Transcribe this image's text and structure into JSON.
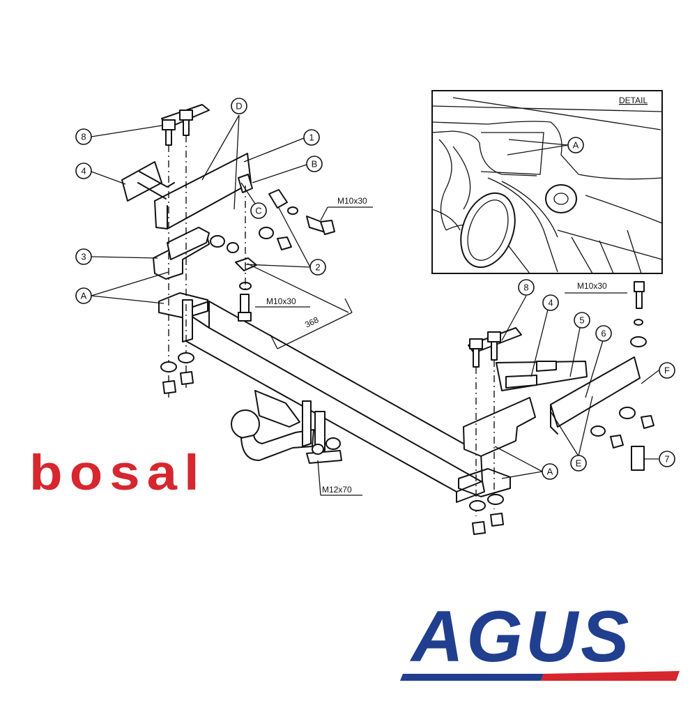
{
  "brands": {
    "bosal": {
      "text": "bosal",
      "color": "#d7262e"
    },
    "agus": {
      "text": "AGUS",
      "color": "#213f8f",
      "stripe_blue": "#213f8f",
      "stripe_red": "#d7262e"
    }
  },
  "detail": {
    "title": "DETAIL",
    "callout": "A"
  },
  "dimensions": {
    "bolt_top": "M10x30",
    "bolt_mid": "M10x30",
    "bolt_right": "M10x30",
    "bolt_ball": "M12x70",
    "length": "368"
  },
  "labels": {
    "p1": "1",
    "p2": "2",
    "p3": "3",
    "p4_left": "4",
    "p4_right": "4",
    "p5": "5",
    "p6": "6",
    "p7": "7",
    "p8_left": "8",
    "p8_right": "8",
    "a_left": "A",
    "a_right": "A",
    "b": "B",
    "c": "C",
    "d": "D",
    "e": "E",
    "f": "F"
  }
}
